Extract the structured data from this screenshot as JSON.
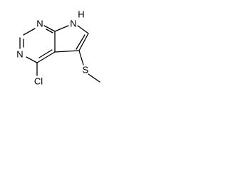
{
  "molecule": {
    "atoms": {
      "n1": "N",
      "n3": "N",
      "n7": "N",
      "h7": "H",
      "cl": "Cl",
      "s": "S"
    },
    "colors": {
      "bond": "#000000",
      "label": "#000000",
      "background": "#ffffff"
    }
  }
}
